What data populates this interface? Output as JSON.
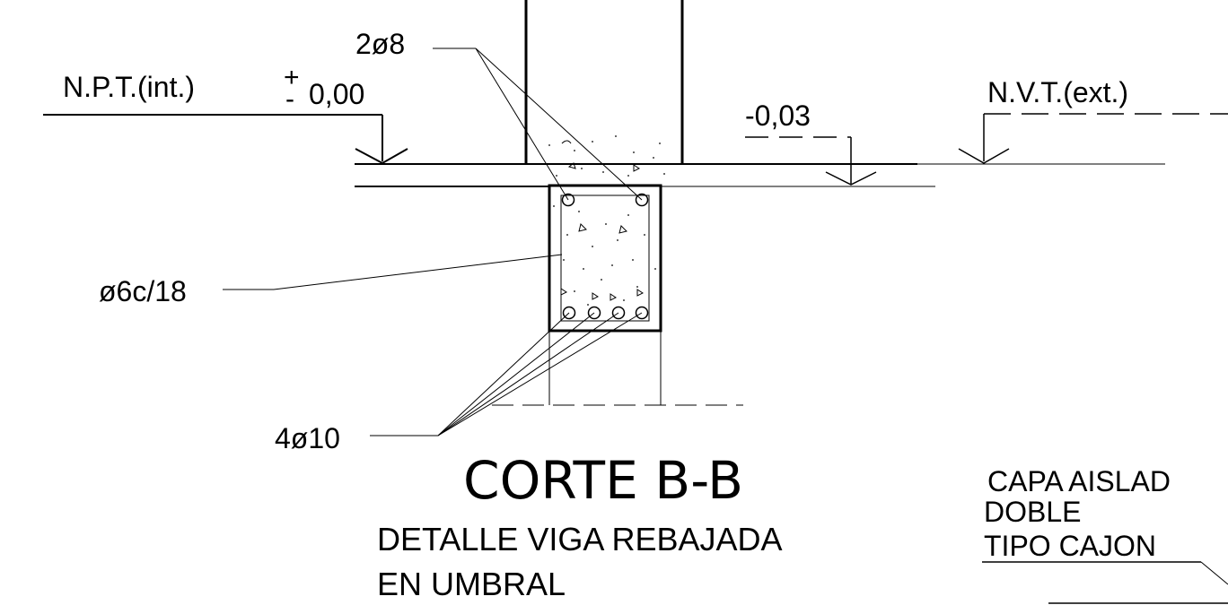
{
  "labels": {
    "top_rebar": "2ø8",
    "npt": "N.P.T.(int.)",
    "plus_minus_top": "+",
    "plus_minus_bottom": "-",
    "npt_level": "0,00",
    "step_level": "-0,03",
    "nvt": "N.V.T.(ext.)",
    "stirrups": "ø6c/18",
    "bottom_rebar": "4ø10"
  },
  "title": {
    "main": "CORTE B-B",
    "sub_line1": "DETALLE VIGA REBAJADA",
    "sub_line2": "EN UMBRAL"
  },
  "side_note": {
    "line1": "CAPA AISLAD",
    "line2": "DOBLE",
    "line3": "TIPO CAJON"
  },
  "colors": {
    "ink": "#000000",
    "background": "#ffffff"
  }
}
